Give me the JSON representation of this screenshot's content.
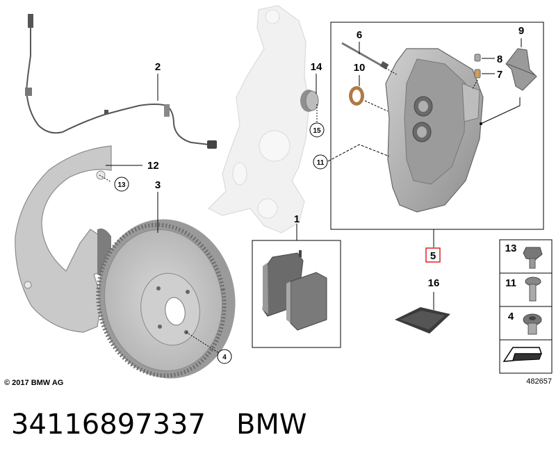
{
  "callouts": {
    "c1": "1",
    "c2": "2",
    "c3": "3",
    "c5": "5",
    "c6": "6",
    "c7": "7",
    "c8": "8",
    "c9": "9",
    "c10": "10",
    "c12": "12",
    "c14": "14",
    "c16": "16"
  },
  "circled": {
    "c4": "4",
    "c11": "11",
    "c13": "13",
    "c15": "15"
  },
  "legend": {
    "l13": "13",
    "l11": "11",
    "l4": "4"
  },
  "copyright": "© 2017 BMW AG",
  "diagram_number": "482657",
  "footer": {
    "part_number": "34116897337",
    "brand": "BMW"
  }
}
